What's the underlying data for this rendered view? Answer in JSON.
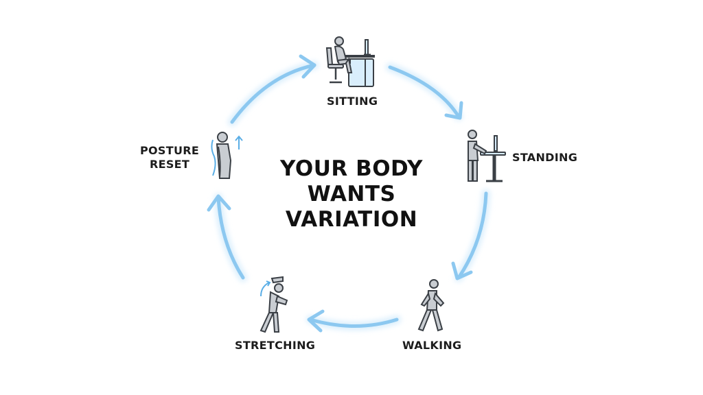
{
  "title_lines": [
    "YOUR BODY",
    "WANTS",
    "VARIATION"
  ],
  "stages": {
    "sitting": {
      "label": "SITTING",
      "icon": "person-sitting-at-desk-icon"
    },
    "standing": {
      "label": "STANDING",
      "icon": "person-standing-at-desk-icon"
    },
    "walking": {
      "label": "WALKING",
      "icon": "person-walking-icon"
    },
    "stretching": {
      "label": "STRETCHING",
      "icon": "person-side-stretch-icon"
    },
    "posture_reset": {
      "label_lines": [
        "POSTURE",
        "RESET"
      ],
      "icon": "person-posture-reset-icon"
    }
  },
  "colors": {
    "arrow": "#8cc8f0",
    "arrow_glow": "#d9eefc",
    "icon_fill": "#c9cdd2",
    "icon_stroke": "#3a3f45",
    "accent": "#5aaee6"
  }
}
